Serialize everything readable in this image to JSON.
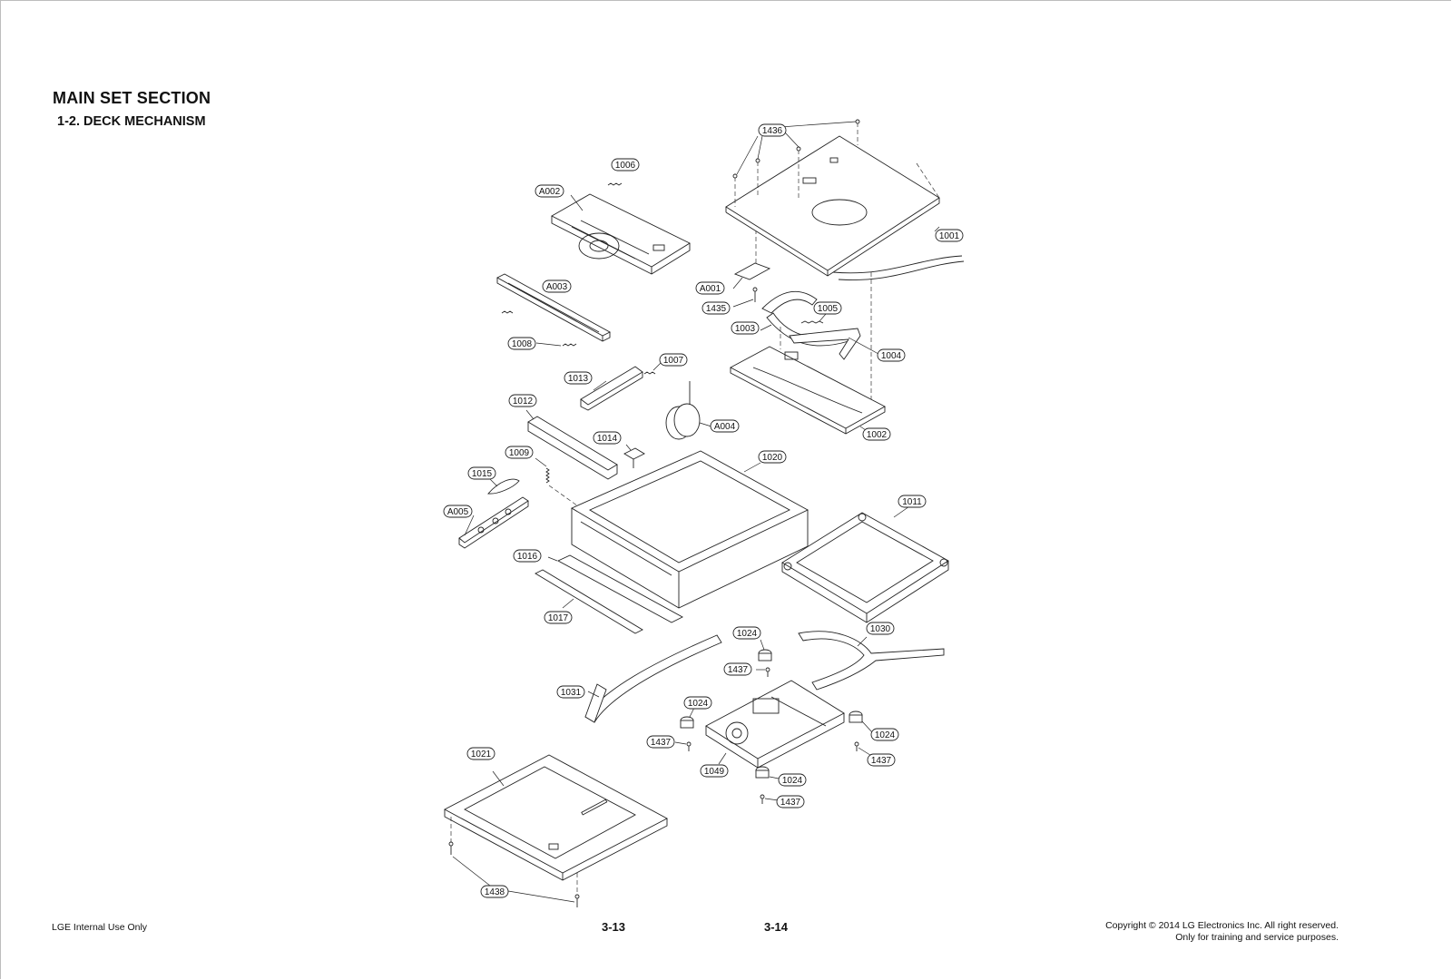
{
  "header": {
    "section_title": "MAIN SET SECTION",
    "sub_title": "1-2. DECK MECHANISM"
  },
  "footer": {
    "left": "LGE Internal Use Only",
    "page_left": "3-13",
    "page_right": "3-14",
    "copyright_line1": "Copyright © 2014 LG Electronics Inc. All right reserved.",
    "copyright_line2": "Only for training and service purposes."
  },
  "parts": {
    "p1436": "1436",
    "p1006": "1006",
    "pA002": "A002",
    "p1001": "1001",
    "pA003": "A003",
    "pA001": "A001",
    "p1435": "1435",
    "p1005": "1005",
    "p1003": "1003",
    "p1008": "1008",
    "p1004": "1004",
    "p1007": "1007",
    "p1013": "1013",
    "p1012": "1012",
    "pA004": "A004",
    "p1002": "1002",
    "p1014": "1014",
    "p1009": "1009",
    "p1020": "1020",
    "p1015": "1015",
    "p1011": "1011",
    "pA005": "A005",
    "p1016": "1016",
    "p1017": "1017",
    "p1024a": "1024",
    "p1030": "1030",
    "p1437a": "1437",
    "p1031": "1031",
    "p1024b": "1024",
    "p1437b": "1437",
    "p1024c": "1024",
    "p1021": "1021",
    "p1049": "1049",
    "p1024d": "1024",
    "p1437c": "1437",
    "p1437d": "1437",
    "p1438": "1438"
  }
}
